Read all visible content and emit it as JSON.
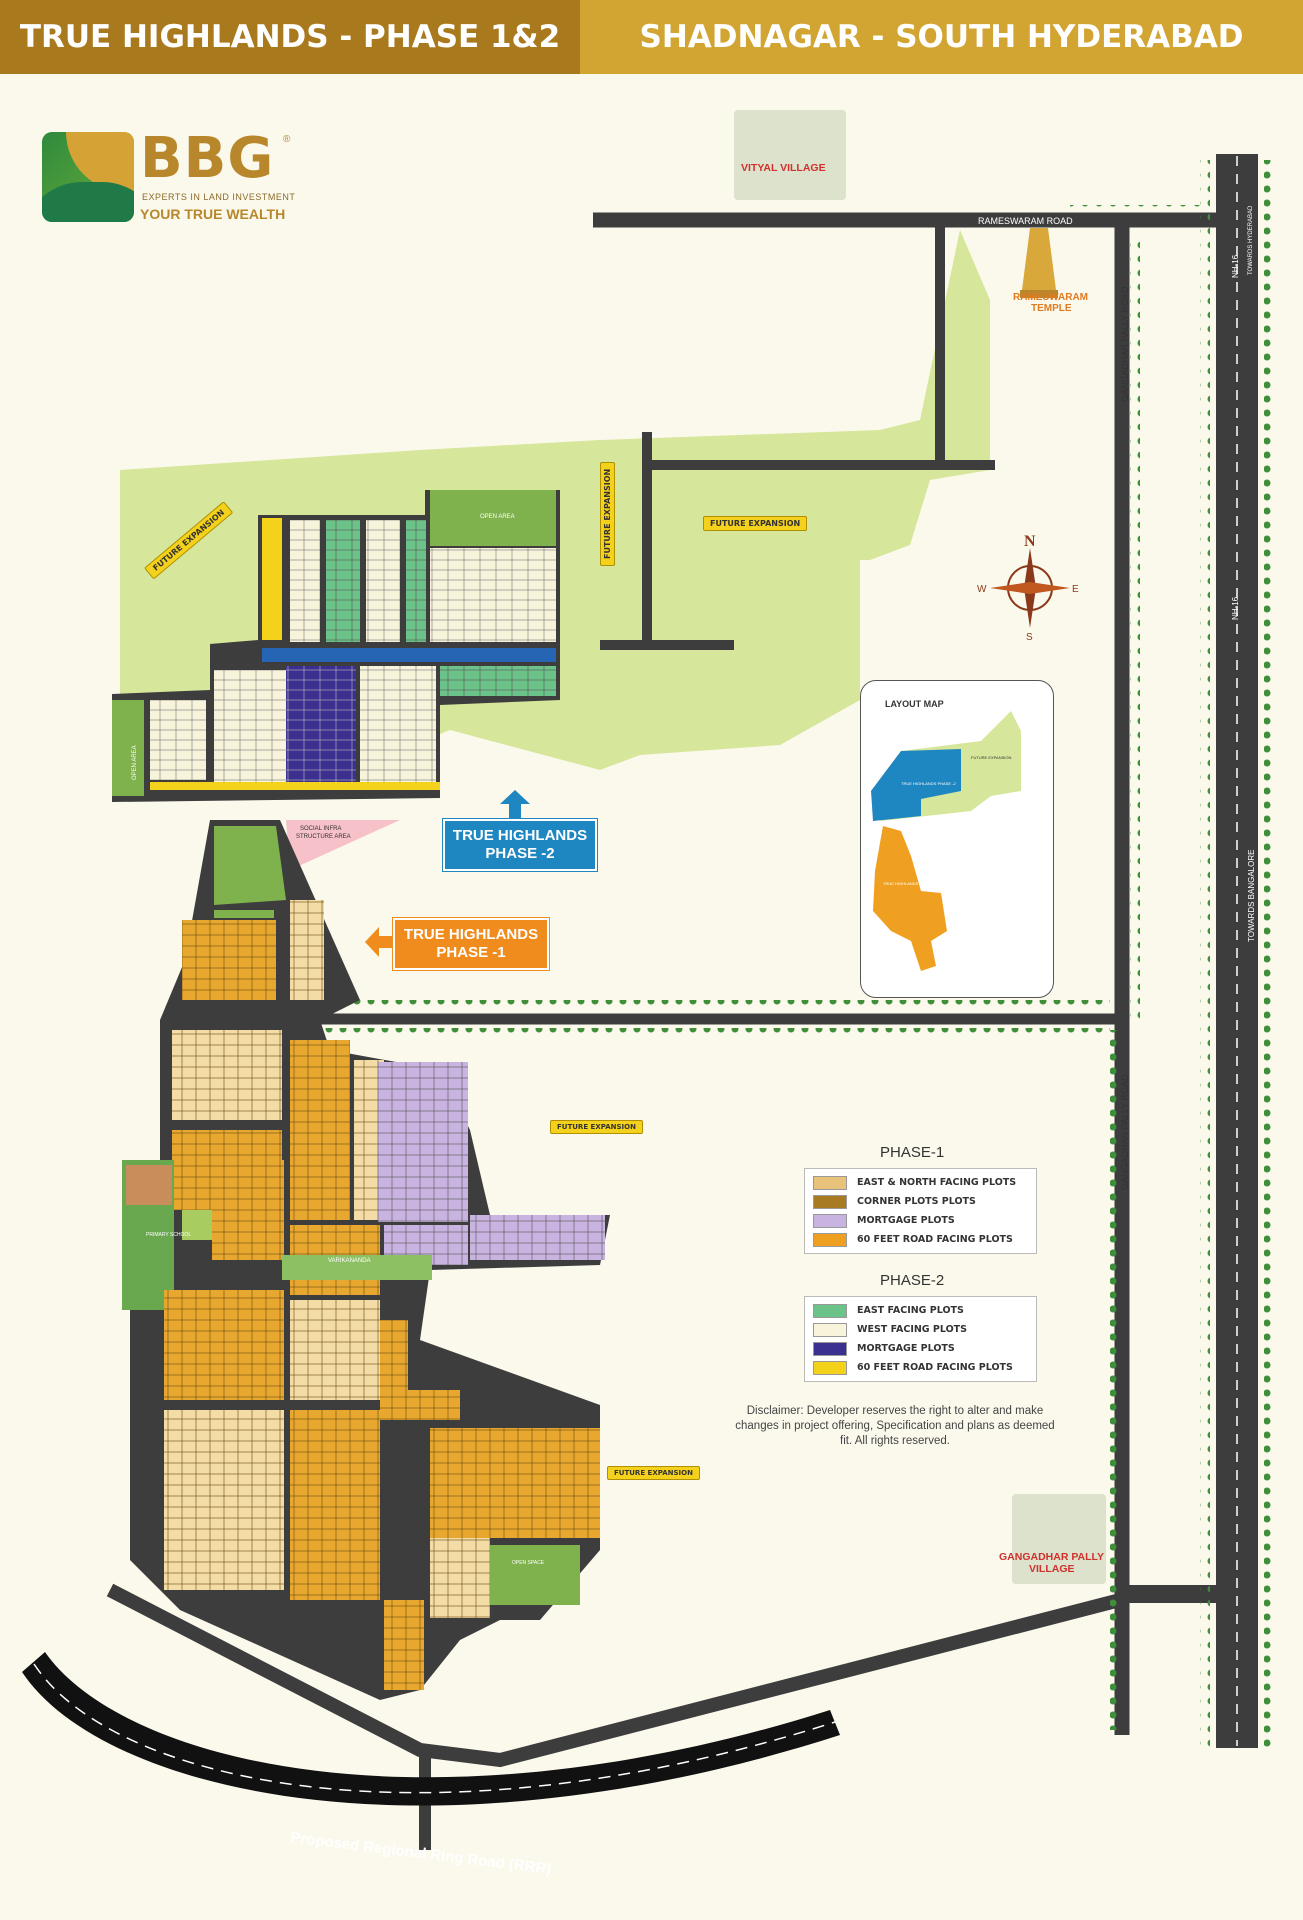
{
  "header": {
    "left_title": "TRUE HIGHLANDS - PHASE 1&2",
    "right_title": "SHADNAGAR - SOUTH HYDERABAD"
  },
  "logo": {
    "name": "BBG",
    "registered": "®",
    "subtitle": "EXPERTS IN LAND INVESTMENT",
    "tagline": "YOUR TRUE WEALTH"
  },
  "places": {
    "vityal_village": "VITYAL VILLAGE",
    "rameswaram_road": "RAMESWARAM ROAD",
    "rameswaram_temple_1": "RAMESWARAM",
    "rameswaram_temple_2": "TEMPLE",
    "gangadhar_pally_road": "GANGADHAR PALLY ROAD",
    "nh16": "NH-16",
    "towards_hyderabad": "TOWARDS HYDERABAD",
    "towards_bangalore": "TOWARDS BANGALORE",
    "gangadhar_pally_village_1": "GANGADHAR PALLY",
    "gangadhar_pally_village_2": "VILLAGE",
    "rrr": "Proposed Regional Ring Road (RRR)",
    "future_expansion": "FUTURE EXPANSION",
    "open_area": "OPEN AREA",
    "social_infra_1": "SOCIAL INFRA",
    "social_infra_2": "STRUCTURE AREA",
    "primary_school": "PRIMARY SCHOOL",
    "vanakanada": "VARIKANANDA",
    "open_space": "OPEN SPACE"
  },
  "compass": {
    "n": "N",
    "s": "S",
    "e": "E",
    "w": "W"
  },
  "tags": {
    "phase2_line1": "TRUE HIGHLANDS",
    "phase2_line2": "PHASE -2",
    "phase1_line1": "TRUE HIGHLANDS",
    "phase1_line2": "PHASE -1"
  },
  "layout_map": {
    "title": "LAYOUT MAP",
    "future_expansion": "FUTURE EXPANSION",
    "phase2": "TRUE HIGHLANDS PHASE -2",
    "phase1": "TRUE HIGHLANDS PHASE -1"
  },
  "legend": {
    "phase1": {
      "title": "PHASE-1",
      "items": [
        {
          "label": "EAST & NORTH FACING PLOTS",
          "color": "#e8c27a"
        },
        {
          "label": "CORNER PLOTS PLOTS",
          "color": "#a87a22"
        },
        {
          "label": "MORTGAGE PLOTS",
          "color": "#c9b3e0"
        },
        {
          "label": "60 FEET ROAD FACING PLOTS",
          "color": "#f0a020"
        }
      ]
    },
    "phase2": {
      "title": "PHASE-2",
      "items": [
        {
          "label": "EAST FACING PLOTS",
          "color": "#6cc38a"
        },
        {
          "label": "WEST FACING PLOTS",
          "color": "#f8f4dc"
        },
        {
          "label": "MORTGAGE PLOTS",
          "color": "#3b2f8f"
        },
        {
          "label": "60 FEET ROAD FACING PLOTS",
          "color": "#f4d11b"
        }
      ]
    }
  },
  "disclaimer": "Disclaimer: Developer reserves the right to alter and make changes in project offering, Specification and plans as deemed fit. All rights reserved."
}
